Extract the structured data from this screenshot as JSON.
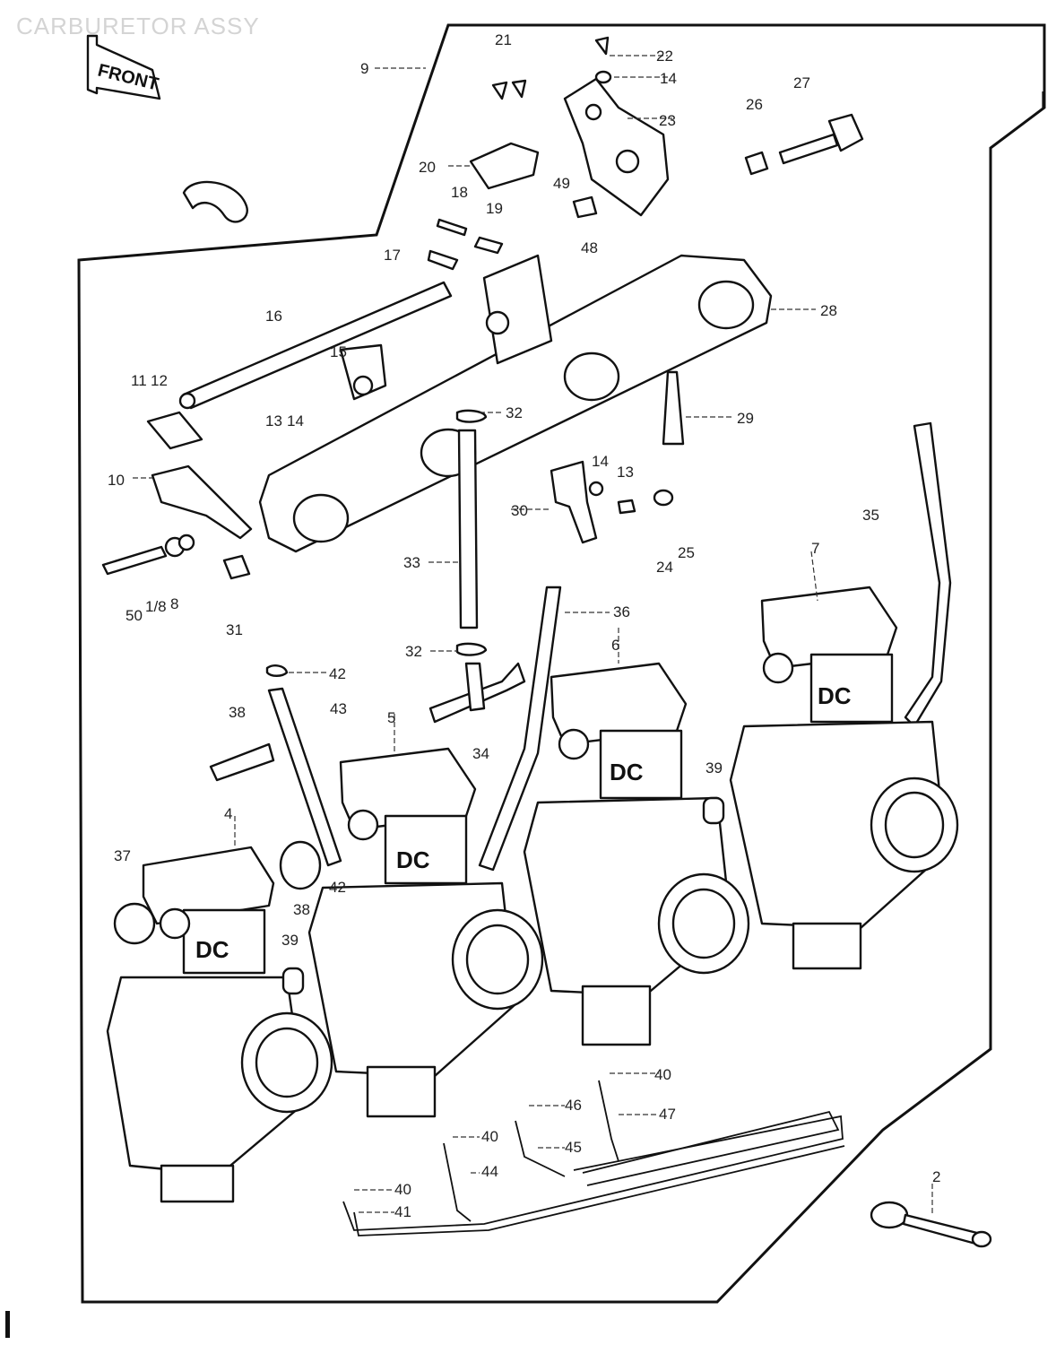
{
  "title": "CARBURETOR ASSY",
  "page_mark": "I",
  "front_label": "FRONT",
  "carb_brand": "DC",
  "labels": [
    "2",
    "4",
    "5",
    "6",
    "7",
    "8",
    "9",
    "10",
    "11",
    "12",
    "13",
    "14",
    "15",
    "16",
    "17",
    "18",
    "19",
    "20",
    "21",
    "22",
    "23",
    "24",
    "25",
    "26",
    "27",
    "28",
    "29",
    "30",
    "31",
    "32",
    "33",
    "34",
    "35",
    "36",
    "37",
    "38",
    "39",
    "40",
    "41",
    "42",
    "43",
    "44",
    "45",
    "46",
    "47",
    "48",
    "49",
    "50",
    "1/8"
  ]
}
